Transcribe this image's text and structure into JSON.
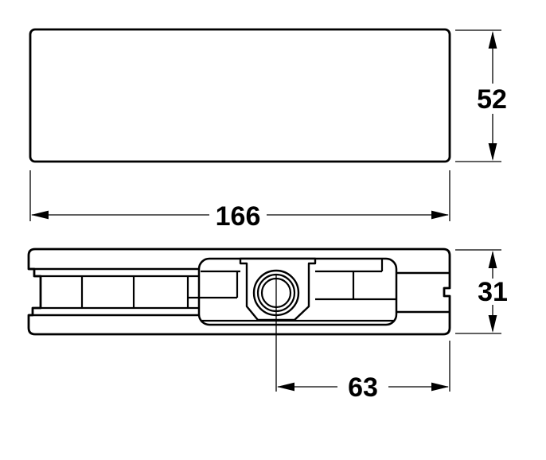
{
  "drawing": {
    "type": "technical-drawing",
    "background_color": "#ffffff",
    "line_color": "#000000",
    "dimensions": {
      "top_view_width": {
        "label": "166"
      },
      "top_view_height": {
        "label": "52"
      },
      "side_view_height": {
        "label": "31"
      },
      "hole_to_edge_offset": {
        "label": "63"
      }
    }
  }
}
